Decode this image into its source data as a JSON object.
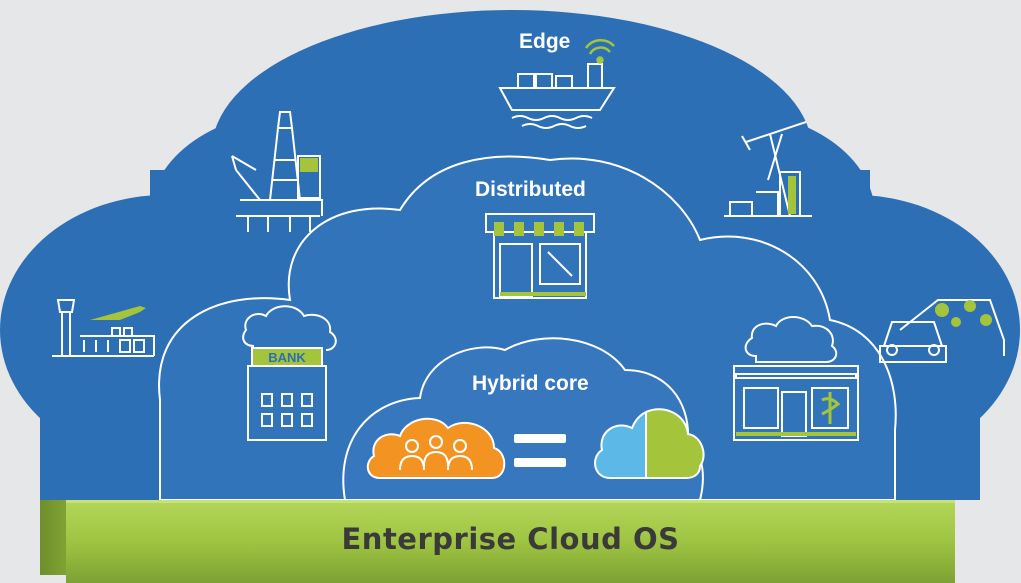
{
  "layers": {
    "edge_label": "Edge",
    "distributed_label": "Distributed",
    "core_label": "Hybrid core"
  },
  "banner_label": "Enterprise Cloud OS",
  "icons": {
    "bank_sign": "BANK"
  },
  "colors": {
    "background": "#e6e7e8",
    "outer_cloud": "#2c6fb4",
    "middle_cloud": "#3172b8",
    "inner_cloud": "#3677bd",
    "outline": "#ffffff",
    "accent_green": "#a3c43b",
    "private_cloud_orange": "#f39321",
    "public_cloud_blue": "#5cb8e6",
    "banner_green": "#9fc442",
    "banner_text": "#3a3a3a"
  }
}
